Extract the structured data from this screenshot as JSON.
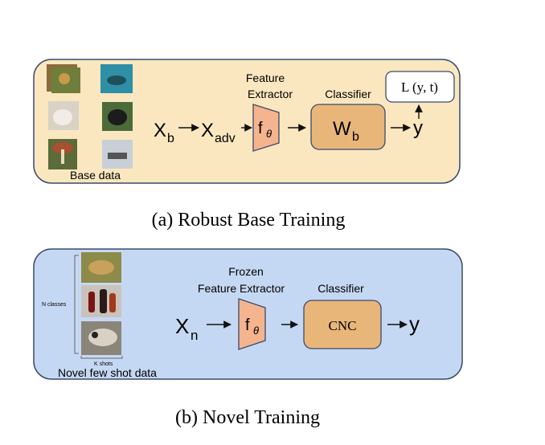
{
  "panel_a": {
    "input_sub": "b",
    "adv_sub": "adv",
    "feature_extractor_line1": "Feature",
    "feature_extractor_line2": "Extractor",
    "f_symbol": "f",
    "theta": "θ",
    "classifier_label": "Classifier",
    "classifier_symbol": "W",
    "classifier_sub": "b",
    "output": "y",
    "loss": "L (y, t)",
    "data_label": "Base data",
    "caption": "(a) Robust Base Training",
    "fill_color": "#fbe7bf",
    "accent_color": "#e9b67a"
  },
  "panel_b": {
    "input_sub": "n",
    "frozen_line1": "Frozen",
    "frozen_line2": "Feature Extractor",
    "f_symbol": "f",
    "theta": "θ",
    "classifier_label": "Classifier",
    "classifier_name": "CNC",
    "output": "y",
    "n_classes": "N classes",
    "k_shots": "K shots",
    "data_label": "Novel few shot data",
    "caption": "(b) Novel Training",
    "fill_color": "#c5d8f3",
    "accent_color": "#e9b67a"
  }
}
